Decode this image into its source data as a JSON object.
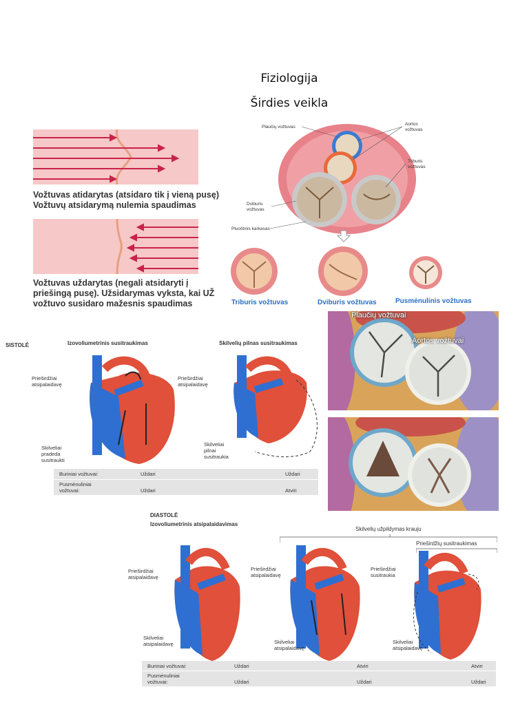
{
  "header": {
    "subject": "Fiziologija",
    "topic": "Širdies veikla"
  },
  "valve_flow": {
    "open_caption_line1": "Vožtuvas atidarytas (atsidaro tik į vieną pusę)",
    "open_caption_line2": "Vožtuvų atsidarymą nulemia spaudimas",
    "closed_caption_line1": "Vožtuvas uždarytas (negali atsidaryti į",
    "closed_caption_line2": "priešingą pusę). Užsidarymas vyksta, kai UŽ",
    "closed_caption_line3": "vožtuvo susidaro mažesnis spaudimas"
  },
  "valve_diagram": {
    "label_pulmonary": "Plaučių vožtuvas",
    "label_aortic_1": "Aortos",
    "label_aortic_2": "vožtuvas",
    "label_tricuspid_1": "Triburis",
    "label_tricuspid_2": "vožtuvas",
    "label_bicuspid_1": "Dviburis",
    "label_bicuspid_2": "vožtuvas",
    "label_skeleton": "Pluoštinis karkasas",
    "types": [
      "Triburis vožtuvas",
      "Dviburis vožtuvas",
      "Pusmėnulinis vožtuvas"
    ]
  },
  "photos": {
    "label_pulmonary": "Plaučių vožtuvai",
    "label_aortic": "Aortos vožtuvai"
  },
  "systole": {
    "heading": "SISTOLĖ",
    "phase1_title": "Izovoliumetrinis susitraukimas",
    "phase2_title": "Skilvelių pilnas susitraukimas",
    "p1_atria_1": "Prieširdžiai",
    "p1_atria_2": "atsipalaidavę",
    "p1_vent_1": "Skilveliai",
    "p1_vent_2": "pradeda",
    "p1_vent_3": "susitraukti",
    "p2_atria_1": "Prieširdžiai",
    "p2_atria_2": "atsipalaidavę",
    "p2_vent_1": "Skilveliai",
    "p2_vent_2": "pilnai",
    "p2_vent_3": "susitraukia",
    "row1_label": "Buriniai vožtuvai:",
    "row1_values": [
      "Uždari",
      "Uždari"
    ],
    "row2_label_1": "Pusmėnuliniai",
    "row2_label_2": "vožtuvai:",
    "row2_values": [
      "Uždari",
      "Atviri"
    ]
  },
  "diastole": {
    "heading": "DIASTOLĖ",
    "phase1_title": "Izovoliumetrinis atsipalaidavimas",
    "filling_title": "Skilvelių užpildymas krauju",
    "atrial_contraction_title": "Prieširdžių susitraukimas",
    "h1_atria_1": "Prieširdžiai",
    "h1_atria_2": "atsipalaidavę",
    "h1_vent_1": "Skilveliai",
    "h1_vent_2": "atsipalaidavę",
    "h2_atria_1": "Prieširdžiai",
    "h2_atria_2": "atsipalaidavę",
    "h2_vent_1": "Skilveliai",
    "h2_vent_2": "atsipalaidavę",
    "h3_atria_1": "Prieširdžiai",
    "h3_atria_2": "susitraukia",
    "h3_vent_1": "Skilveliai",
    "h3_vent_2": "atsipalaidavę",
    "row1_label": "Buriniai vožtuvai:",
    "row1_values": [
      "Uždari",
      "Atviri",
      "Atviri"
    ],
    "row2_label_1": "Pusmėnuliniai",
    "row2_label_2": "vožtuvai:",
    "row2_values": [
      "Uždari",
      "Uždari",
      "Uždari"
    ]
  },
  "colors": {
    "artery_blue": "#2f6fd1",
    "heart_red": "#e0503a",
    "valve_label_blue": "#2a6fc4",
    "flow_pink": "#f6c8c8",
    "arrow_crimson": "#c8234a"
  }
}
